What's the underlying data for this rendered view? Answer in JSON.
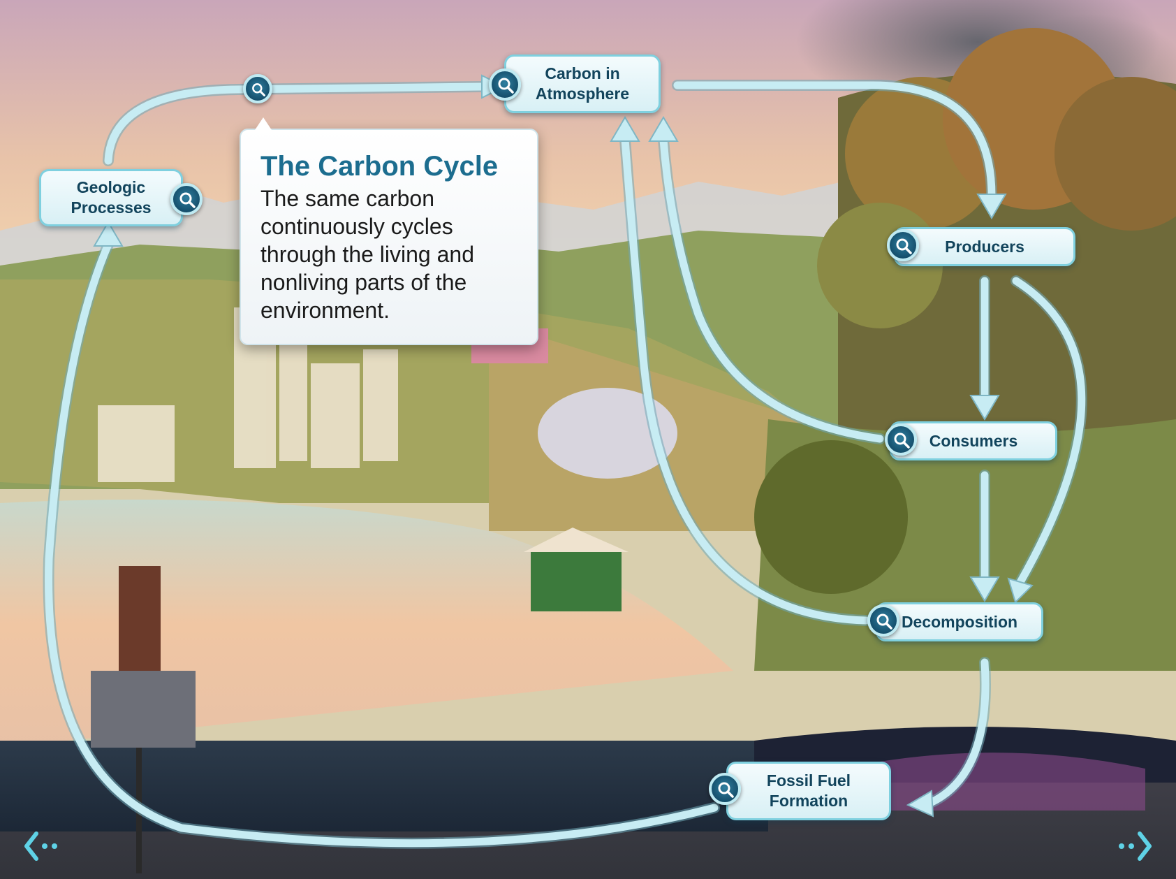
{
  "diagram": {
    "title": "The Carbon Cycle",
    "description": "The same carbon continuously cycles through the living and nonliving parts of the environment.",
    "nodes": {
      "carbon_atmosphere": {
        "line1": "Carbon in",
        "line2": "Atmosphere"
      },
      "geologic": {
        "line1": "Geologic",
        "line2": "Processes"
      },
      "producers": {
        "label": "Producers"
      },
      "consumers": {
        "label": "Consumers"
      },
      "decomposition": {
        "label": "Decomposition"
      },
      "fossil": {
        "line1": "Fossil Fuel",
        "line2": "Formation"
      }
    }
  },
  "icons": {
    "info": "magnifier-icon",
    "prev": "chevron-left-icon",
    "next": "chevron-right-icon"
  },
  "colors": {
    "arrow": "#c7ecf3",
    "node_text": "#12445c",
    "title": "#1c6d8f",
    "magnifier": "#154f6c"
  }
}
